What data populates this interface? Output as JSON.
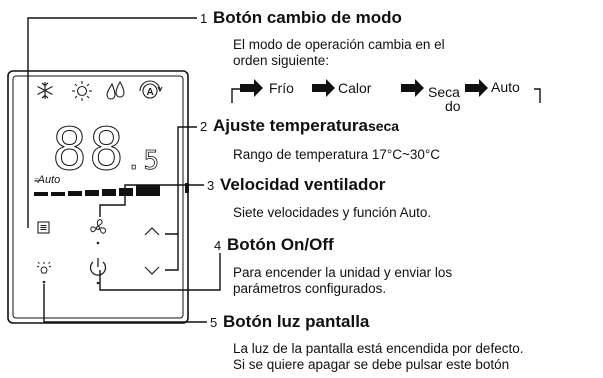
{
  "display": {
    "big_digits": "88",
    "small_digit": ".5",
    "auto_label": "Auto"
  },
  "sections": [
    {
      "number": "1",
      "title": "Botón cambio de modo",
      "title_suffix": "",
      "desc": [
        "El modo de operación cambia en el",
        "orden siguiente:"
      ]
    },
    {
      "number": "2",
      "title": "Ajuste temperatura",
      "title_suffix": "seca",
      "desc": [
        "Rango de temperatura 17°C~30°C"
      ]
    },
    {
      "number": "3",
      "title": "Velocidad ventilador",
      "title_suffix": "",
      "desc": [
        "Siete velocidades y función Auto."
      ]
    },
    {
      "number": "4",
      "title": "Botón On/Off",
      "title_suffix": "",
      "desc": [
        "Para encender la unidad y enviar los",
        "parámetros configurados."
      ]
    },
    {
      "number": "5",
      "title": "Botón luz pantalla",
      "title_suffix": "",
      "desc": [
        "La luz de la pantalla está encendida por defecto.",
        "Si se quiere apagar se debe pulsar este botón"
      ]
    }
  ],
  "modes": [
    "Frío",
    "Calor",
    "Seca",
    "do",
    "Auto"
  ],
  "icons": [
    "snowflake-icon",
    "sun-icon",
    "drops-icon",
    "auto-mode-icon",
    "menu-icon",
    "fan-icon",
    "chevron-up-icon",
    "chevron-down-icon",
    "light-icon",
    "power-icon"
  ]
}
